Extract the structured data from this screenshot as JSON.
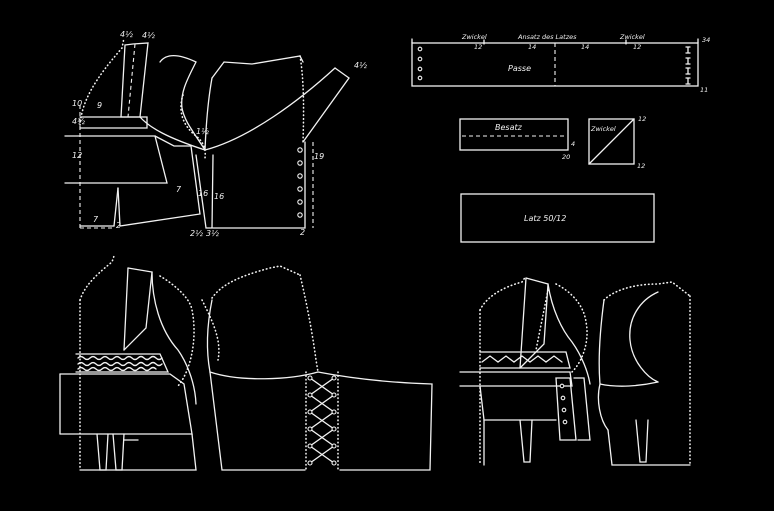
{
  "colors": {
    "background": "#000000",
    "line": "#f2f2f2"
  },
  "pattern_pieces": {
    "collar_band": {
      "zwickel_left": "Zwickel",
      "ansatz": "Ansatz des Latzes",
      "zwickel_right": "Zwickel",
      "passe": "Passe",
      "m_12a": "12",
      "m_14a": "14",
      "m_14b": "14",
      "m_12b": "12",
      "m_34": "34",
      "m_11": "11"
    },
    "besatz": {
      "label": "Besatz",
      "m_4": "4",
      "m_20": "20"
    },
    "zwickel": {
      "label": "Zwickel",
      "m_12a": "12",
      "m_12b": "12"
    },
    "latz": {
      "label": "Latz  50/12"
    }
  },
  "draft_labels": {
    "m_4half_top": "4½",
    "m_4half_right": "4½",
    "m_10": "10",
    "m_4half_left": "4½",
    "m_9": "9",
    "m_12": "12",
    "m_1half": "1½",
    "m_7a": "7",
    "m_7b": "7",
    "m_16a": "16",
    "m_16b": "16",
    "m_19": "19",
    "m_2a": "2",
    "m_2b": "2",
    "m_2half": "2½",
    "m_3half": "3½"
  }
}
